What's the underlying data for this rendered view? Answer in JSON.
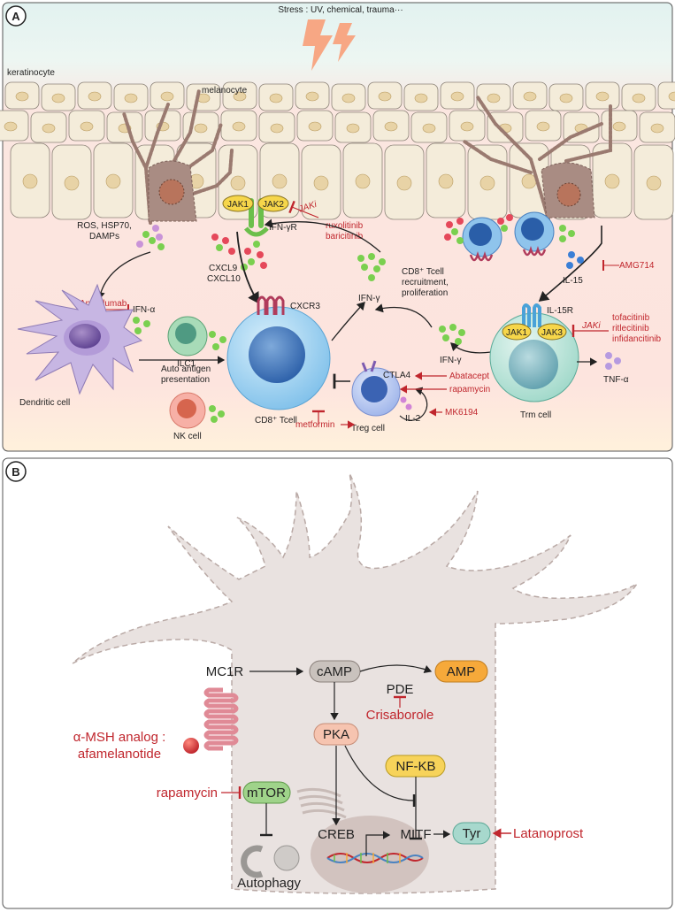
{
  "panel_a": {
    "panel_label": "A",
    "stress_label": "Stress : UV, chemical, trauma···",
    "keratinocyte_label": "keratinocyte",
    "melanocyte_label": "melanocyte",
    "jak1_label": "JAK1",
    "jak2_label": "JAK2",
    "jak1_trm_label": "JAK1",
    "jak3_label": "JAK3",
    "jaki_label": "JAKi",
    "jaki_trm_label": "JAKi",
    "ifngr_label": "IFN-γR",
    "ruxolitinib": "ruxolitinib",
    "baricitinib": "baricitinib",
    "ros_line1": "ROS, HSP70,",
    "ros_line2": "DAMPs",
    "cxcl9": "CXCL9",
    "cxcl10": "CXCL10",
    "anifrolumab": "Anifrolumab",
    "ifna": "IFN-α",
    "ilc1": "ILC1",
    "cxcr3": "CXCR3",
    "ifng_top": "IFN-γ",
    "recruit_line1": "CD8⁺ Tcell",
    "recruit_line2": "recruitment,",
    "recruit_line3": "proliferation",
    "ifng_mid": "IFN-γ",
    "il15": "IL-15",
    "amg714": "AMG714",
    "il15r": "IL-15R",
    "tofacitinib": "tofacitinib",
    "ritlecitinib": "ritlecitinib",
    "infidancitinib": "infidancitinib",
    "auto_line1": "Auto antigen",
    "auto_line2": "presentation",
    "ctla4": "CTLA4",
    "abatacept": "Abatacept",
    "rapamycin_a": "rapamycin",
    "mk6194": "MK6194",
    "il2": "IL-2",
    "tnfa": "TNF-α",
    "trm_cell": "Trm cell",
    "dendritic_cell": "Dendritic cell",
    "nk_cell": "NK cell",
    "cd8_cell": "CD8⁺ Tcell",
    "metformin": "metformin",
    "treg_cell": "Treg cell"
  },
  "panel_b": {
    "panel_label": "B",
    "mc1r": "MC1R",
    "camp": "cAMP",
    "amp": "AMP",
    "pde": "PDE",
    "crisaborole": "Crisaborole",
    "pka": "PKA",
    "nfkb": "NF-KB",
    "msh_line1": "α-MSH analog :",
    "msh_line2": "afamelanotide",
    "rapamycin_b": "rapamycin",
    "mtor": "mTOR",
    "creb": "CREB",
    "mitf": "MITF",
    "tyr": "Tyr",
    "latanoprost": "Latanoprost",
    "autophagy": "Autophagy"
  },
  "colors": {
    "drug_red": "#c0262d",
    "skin_top": "#dff0ee",
    "tissue_pink": "#fbe3de",
    "cell_cream": "#f4ecda",
    "melanocyte_fill": "#e6dcd8",
    "camp_box": "#c9c2bd",
    "amp_box": "#f6a93a",
    "pka_box": "#f6c4b0",
    "nfkb_box": "#f7d35a",
    "mtor_box": "#9fd38a",
    "tyr_box": "#a7d8cd"
  }
}
